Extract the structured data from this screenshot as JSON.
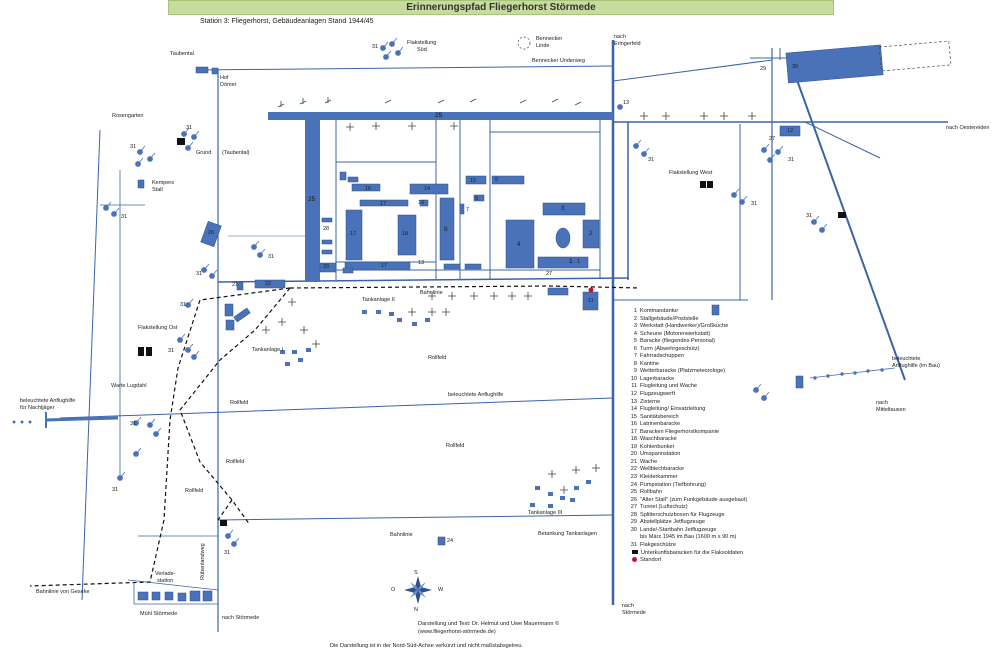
{
  "title": "Erinnerungspfad Fliegerhorst Störmede",
  "subtitle": "Station 3: Fliegerhorst, Gebäudeanlagen Stand 1944/45",
  "colors": {
    "building": "#4a72b8",
    "road": "#3b64a8",
    "banner": "#c5dc9d",
    "marker": "#c8102e"
  },
  "places": {
    "taubental": "Taubental",
    "hof": "Hof",
    "doemer": "Dömer",
    "rosengarten": "Rosengarten",
    "grund": "Grund",
    "grund_taubental": "(Taubental)",
    "kempers": "Kempers",
    "stall": "Stall",
    "flakstellung_sued": "Flakstellung",
    "flakstellung_sued2": "Süd",
    "bennecker_linde": "Bennecker",
    "bennecker_linde2": "Linde",
    "bennecker_underweg": "Bennecker Underweg",
    "nach_erringerfeld": "nach",
    "nach_erringerfeld2": "Eringerfeld",
    "nach_oestereiden": "nach Oestereiden",
    "flakstellung_west": "Flakstellung West",
    "flakstellung_ost": "Flakstellung Ost",
    "tankanlage_ii": "Tankanlage II",
    "tankanlage_i": "Tankanlage I",
    "tankanlage_iii": "Tankanlage III",
    "bahnlinie_top": "Bahnlinie",
    "bahnlinie_bottom": "Bahnlinie",
    "bahnlinie_geseke": "Bahnlinie von Geseke",
    "betankung": "Betankung Tankanlagen",
    "warte_lugdahl": "Warte Lugdahl",
    "anflughilfe_left1": "beleuchtete Anflughilfe",
    "anflughilfe_left2": "für Nachtjäger",
    "anflughilfe_center": "beleuchtete Anflughilfe",
    "anflughilfe_right1": "beleuchtete",
    "anflughilfe_right2": "Anflughilfe (im Bau)",
    "nach_mitteltausen": "nach",
    "nach_mitteltausen2": "Mitteltausen",
    "nach_stoermede": "nach",
    "nach_stoermede2": "Störmede",
    "nach_stoermede_left": "nach Störmede",
    "muehle": "Mühl Störmede",
    "verladestation": "Verlade-",
    "verladestation2": "station",
    "rollfeld_1": "Rollfeld",
    "rollfeld_2": "Rollfeld",
    "rollfeld_3": "Rollfeld",
    "rollfeld_4": "Rollfeld",
    "rollfeld_5": "Rollfeld",
    "road_vertical": "Rübenlandweg",
    "compass_n": "N",
    "compass_s": "S",
    "compass_o": "O",
    "compass_w": "W"
  },
  "numbers": {
    "n1": "1",
    "n2": "2",
    "n3": "3",
    "n4": "4",
    "n7": "7",
    "n8": "8",
    "n11": "11",
    "n12": "12",
    "n13": "13",
    "n13b": "13",
    "n14": "14",
    "n15": "15",
    "n16": "16",
    "n17a": "17",
    "n17b": "17",
    "n17c": "17",
    "n18": "18",
    "n19": "19",
    "n20": "20",
    "n21": "21",
    "n22": "22",
    "n24": "24",
    "n25a": "25",
    "n25b": "25",
    "n26": "26",
    "n27": "27",
    "n27b": "27",
    "n28": "28",
    "n29": "29",
    "n30": "30",
    "n31a": "31",
    "n31b": "31",
    "n31c": "31",
    "n31d": "31",
    "n31e": "31",
    "n31f": "31",
    "n31g": "31",
    "n31h": "31",
    "n31i": "31",
    "n31j": "31",
    "n31k": "31",
    "n31l": "31",
    "n31m": "31",
    "n31n": "31",
    "n31o": "31",
    "n1b": "1",
    "n5": "5",
    "n9": "9"
  },
  "legend": [
    {
      "n": "1",
      "label": "Kommandantur"
    },
    {
      "n": "2",
      "label": "Stallgebäude/Poststelle"
    },
    {
      "n": "3",
      "label": "Werkstatt (Handwerker)/Großküche"
    },
    {
      "n": "4",
      "label": "Scheune (Motorenwerkstatt)"
    },
    {
      "n": "5",
      "label": "Baracke (fliegendes Personal)"
    },
    {
      "n": "6",
      "label": "Turm (Abwehrgeschütz)"
    },
    {
      "n": "7",
      "label": "Fahrradschuppen"
    },
    {
      "n": "8",
      "label": "Kantine"
    },
    {
      "n": "9",
      "label": "Wetterbaracke (Platzmeteorologe)"
    },
    {
      "n": "10",
      "label": "Lagerbaracke"
    },
    {
      "n": "11",
      "label": "Flugleitung und Wache"
    },
    {
      "n": "12",
      "label": "Flugzeugwerft"
    },
    {
      "n": "13",
      "label": "Zisterne"
    },
    {
      "n": "14",
      "label": "Flugleitung/ Einsatzleitung"
    },
    {
      "n": "15",
      "label": "Sanitätsbereich"
    },
    {
      "n": "16",
      "label": "Latrinenbaracke"
    },
    {
      "n": "17",
      "label": "Baracken Fliegerhorstkompanie"
    },
    {
      "n": "18",
      "label": "Waschbaracke"
    },
    {
      "n": "19",
      "label": "Kohlenbunker"
    },
    {
      "n": "20",
      "label": "Umspannstation"
    },
    {
      "n": "21",
      "label": "Wache"
    },
    {
      "n": "22",
      "label": "Wellblechbaracke"
    },
    {
      "n": "23",
      "label": "Kleiderkammer"
    },
    {
      "n": "24",
      "label": "Pumpstation (Tiefbohrung)"
    },
    {
      "n": "25",
      "label": "Rollbahn"
    },
    {
      "n": "26",
      "label": "\"Alter Stall\" (zum Funkgebäude ausgebaut)"
    },
    {
      "n": "27",
      "label": "Tunnel (Luftschutz)"
    },
    {
      "n": "28",
      "label": "Splitterschutzboxen für Flugzeuge"
    },
    {
      "n": "29",
      "label": "Abstellplätze Jetflugzeuge"
    },
    {
      "n": "30",
      "label": "Lande/-Startbahn Jetflugzeuge"
    },
    {
      "n": "",
      "label": "bis März 1945 im Bau (1600 m x 90 m)"
    },
    {
      "n": "31",
      "label": "Flakgeschütze"
    }
  ],
  "legend_symbols": {
    "barracks": "Unterkunftsbaracken für die Flaksoldaten",
    "standort": "Standort"
  },
  "credits": {
    "line1": "Darstellung und Text: Dr. Helmut und Uwe Mauermann ©",
    "line2": "(www.fliegerhorst-störmede.de)"
  },
  "footnote": "Die Darstellung ist in der Nord-Süd-Achse verkürzt und nicht maßstabsgetreu."
}
